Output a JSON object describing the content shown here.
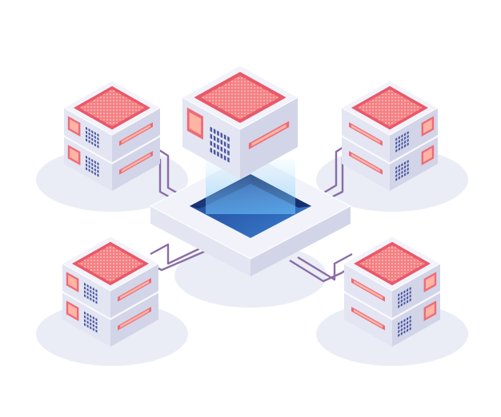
{
  "illustration": {
    "subject": "isometric-server-network",
    "central_hub": "data-platform",
    "peripheral_servers": 5,
    "colors": {
      "server_top": "#f2f3fa",
      "server_left": "#e3e5f2",
      "server_right": "#d2d5e8",
      "chip_core": "#f0747d",
      "chip_pattern": "#ffd5c4",
      "vent": "#4a56a0",
      "portal": "#2f5aa8",
      "beam": "#8fd3ff",
      "cable": "#8a6ca7",
      "shadow": "#eaedf5"
    }
  }
}
